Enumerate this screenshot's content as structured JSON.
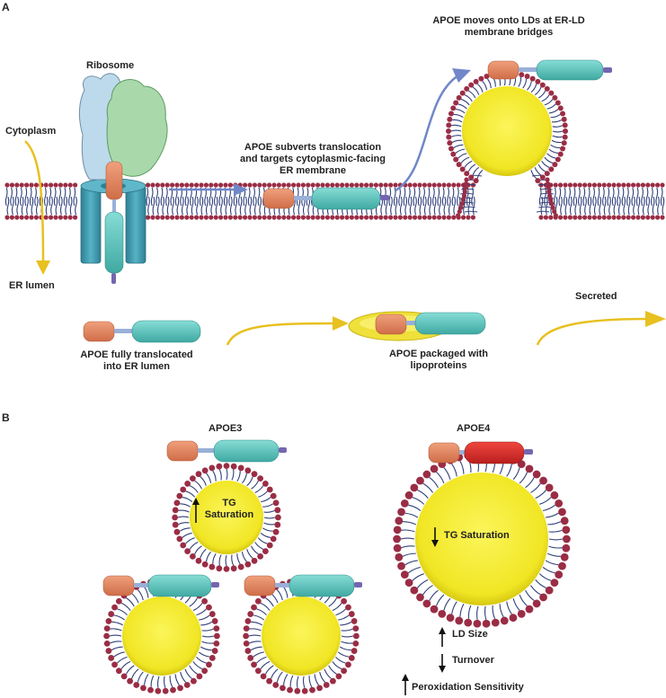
{
  "panels": {
    "a": "A",
    "b": "B"
  },
  "panel_a": {
    "ribosome": "Ribosome",
    "cytoplasm": "Cytoplasm",
    "er_lumen": "ER lumen",
    "subverts": [
      "APOE subverts translocation",
      "and targets cytoplasmic-facing",
      "ER membrane"
    ],
    "moves_onto_lds": [
      "APOE moves onto LDs at ER-LD",
      "membrane bridges"
    ],
    "fully_translocated": [
      "APOE fully translocated",
      "into ER lumen"
    ],
    "packaged": [
      "APOE packaged with",
      "lipoproteins"
    ],
    "secreted": "Secreted"
  },
  "panel_b": {
    "apoe3": "APOE3",
    "apoe4": "APOE4",
    "apoe3_tg": [
      "TG",
      "Saturation"
    ],
    "apoe4_tg": "TG Saturation",
    "ld_size": "LD Size",
    "turnover": "Turnover",
    "peroxidation": "Peroxidation Sensitivity"
  },
  "colors": {
    "apoe_n_terminal": "#e0855f",
    "apoe_c_terminal": "#5cc4bd",
    "apoe4_c_terminal": "#d22a2a",
    "lipid_head": "#9a2d45",
    "lipid_tail": "#2f3f7a",
    "lipid_droplet": "#f4ea2c",
    "yellow_arrow": "#e8c020",
    "blue_arrow": "#7088c8",
    "translocon": "#3a94a8",
    "ribosome_large": "#a8d8a8",
    "ribosome_small": "#b8d8ea"
  }
}
